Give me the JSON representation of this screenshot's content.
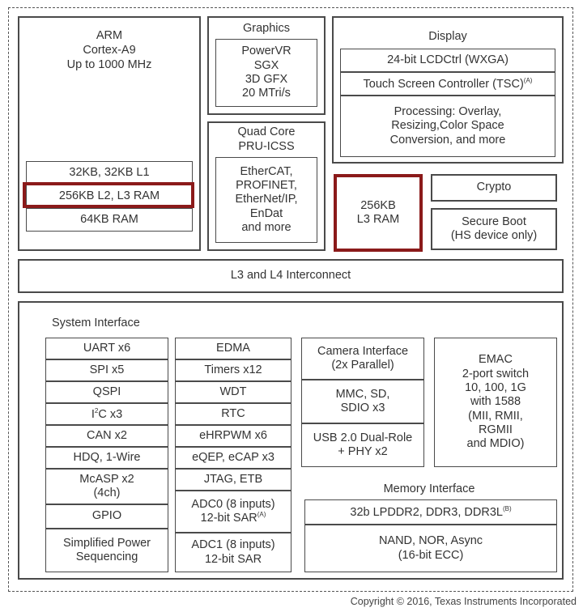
{
  "arm": {
    "title": "ARM",
    "core": "Cortex-A9",
    "freq": "Up to 1000 MHz",
    "cache_l1": "32KB, 32KB L1",
    "cache_l2": "256KB L2, L3 RAM",
    "ram": "64KB RAM"
  },
  "graphics": {
    "title": "Graphics",
    "lines": [
      "PowerVR",
      "SGX",
      "3D GFX",
      "20 MTri/s"
    ]
  },
  "pru": {
    "title": [
      "Quad Core",
      "PRU-ICSS"
    ],
    "lines": [
      "EtherCAT,",
      "PROFINET,",
      "EtherNet/IP,",
      "EnDat",
      "and more"
    ]
  },
  "display": {
    "title": "Display",
    "lcd": "24-bit LCDCtrl (WXGA)",
    "tsc": "Touch Screen Controller (TSC)",
    "tsc_sup": "(A)",
    "processing": [
      "Processing: Overlay,",
      "Resizing,Color Space",
      "Conversion, and more"
    ]
  },
  "l3ram": [
    "256KB",
    "L3 RAM"
  ],
  "crypto": "Crypto",
  "secure_boot": [
    "Secure Boot",
    "(HS device only)"
  ],
  "interconnect": "L3 and L4 Interconnect",
  "system_interface": {
    "title": "System Interface",
    "col1": [
      "UART x6",
      "SPI x5",
      "QSPI",
      "CAN x2",
      "HDQ, 1-Wire",
      "GPIO"
    ],
    "i2c_base": "C x3",
    "i2c_prefix": "I",
    "i2c_sup": "2",
    "mcasp": [
      "McASP x2",
      "(4ch)"
    ],
    "power": [
      "Simplified Power",
      "Sequencing"
    ],
    "col2": [
      "EDMA",
      "Timers x12",
      "WDT",
      "RTC",
      "eHRPWM x6",
      "eQEP, eCAP x3",
      "JTAG, ETB"
    ],
    "adc0": [
      "ADC0 (8 inputs)",
      "12-bit SAR"
    ],
    "adc0_sup": "(A)",
    "adc1": [
      "ADC1 (8 inputs)",
      "12-bit SAR"
    ],
    "camera": [
      "Camera Interface",
      "(2x Parallel)"
    ],
    "mmc": [
      "MMC, SD,",
      "SDIO x3"
    ],
    "usb": [
      "USB 2.0 Dual-Role",
      "+ PHY x2"
    ],
    "emac": [
      "EMAC",
      "2-port switch",
      "10, 100, 1G",
      "with 1588",
      "(MII, RMII,",
      "RGMII",
      "and MDIO)"
    ]
  },
  "memory_interface": {
    "title": "Memory Interface",
    "ddr": "32b LPDDR2, DDR3, DDR3L",
    "ddr_sup": "(B)",
    "nand": [
      "NAND, NOR, Async",
      "(16-bit ECC)"
    ]
  },
  "copyright": "Copyright © 2016, Texas Instruments Incorporated"
}
